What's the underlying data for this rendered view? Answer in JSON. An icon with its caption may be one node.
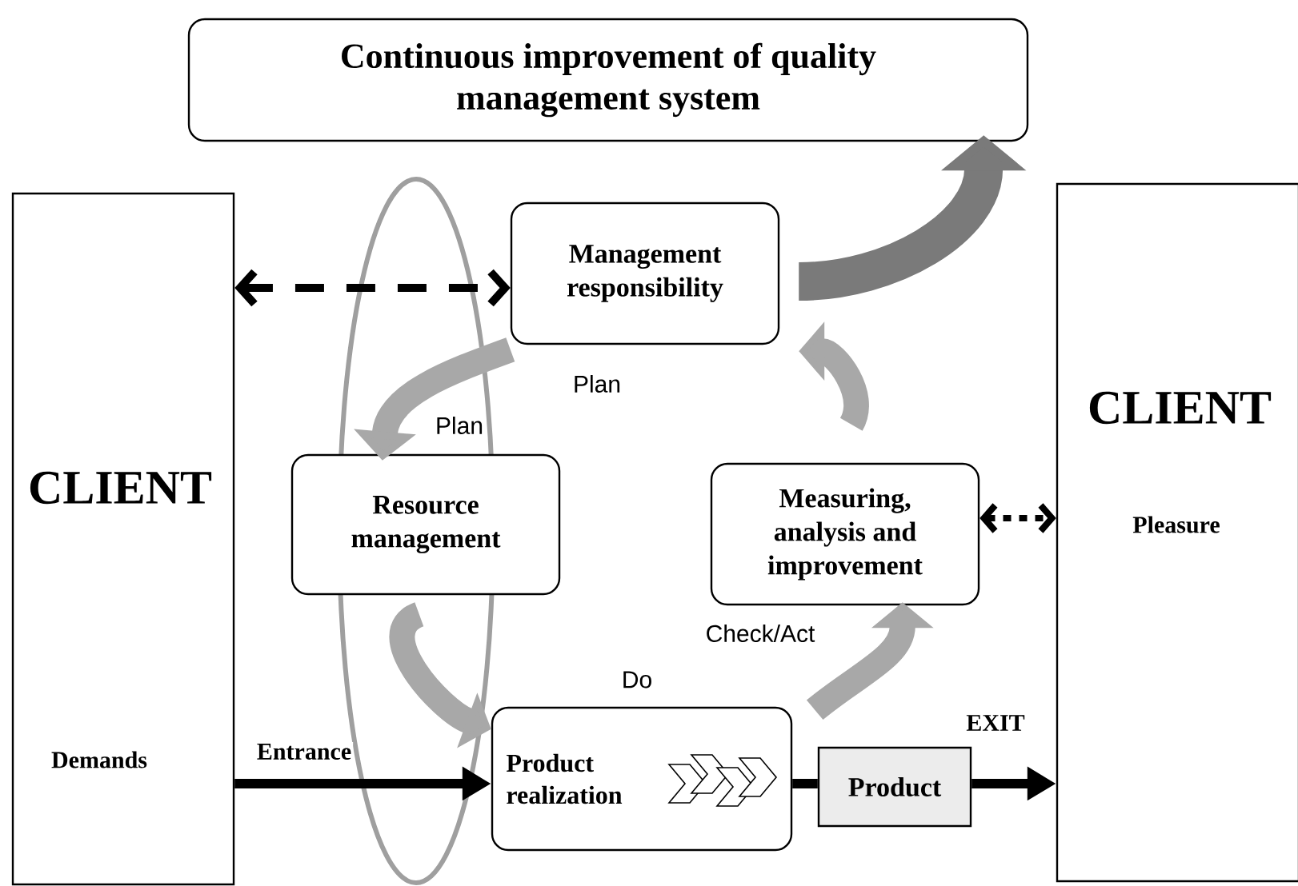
{
  "diagram": {
    "nodes": [
      {
        "text": [
          "Continuous improvement of quality management system"
        ]
      },
      {
        "text": [
          "CLIENT",
          "Demands"
        ]
      },
      {
        "text": [
          "Management responsibility"
        ],
        "beside": [
          "Plan"
        ]
      },
      {
        "text": [
          "Resource management"
        ]
      },
      {
        "text": [
          "Measuring, analysis and improvement"
        ]
      },
      {
        "text": [
          "Product realization"
        ],
        "beside": [
          "Do"
        ]
      },
      {
        "text": [
          "Product"
        ]
      },
      {
        "text": [
          "CLIENT",
          "Pleasure"
        ]
      }
    ],
    "edges": [
      {
        "from": 1,
        "to": 2,
        "arrow": "both",
        "style": "dashed"
      },
      {
        "from": 4,
        "to": 7,
        "arrow": "both",
        "style": "dashed"
      },
      {
        "from": 1,
        "to": 5,
        "arrow": "to",
        "label": "Entrance"
      },
      {
        "from": 5,
        "to": 6,
        "arrow": "none"
      },
      {
        "from": 6,
        "to": 7,
        "arrow": "to",
        "label": "EXIT"
      },
      {
        "from": 2,
        "to": 3,
        "arrow": "to",
        "style": "thick",
        "color": "#a8a8a8",
        "label": "Plan"
      },
      {
        "from": 3,
        "to": 5,
        "arrow": "to",
        "style": "thick",
        "color": "#a8a8a8"
      },
      {
        "from": 5,
        "to": 4,
        "arrow": "to",
        "style": "thick",
        "color": "#a8a8a8",
        "label": "Check/Act"
      },
      {
        "from": 4,
        "to": 2,
        "arrow": "to",
        "style": "thick",
        "color": "#a8a8a8"
      },
      {
        "from": 2,
        "to": 0,
        "arrow": "to",
        "style": "thick",
        "color": "#7a7a7a"
      }
    ]
  }
}
